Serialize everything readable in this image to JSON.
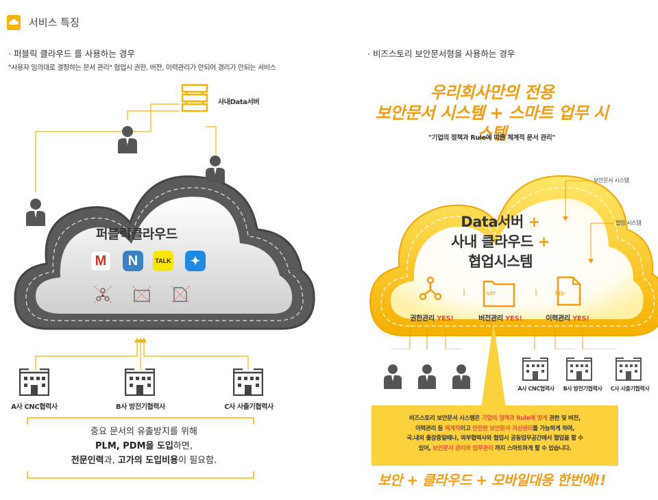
{
  "header": {
    "title": "서비스 특징",
    "icon": "cloud-icon"
  },
  "left": {
    "section_title": "· 퍼블릭 클라우드 를 사용하는 경우",
    "subtitle": "\"사용자 임의대로 결정하는 문서 관리\" 협업시 권한, 버전, 이력관리가 안되어 경리가 안되는 서비스",
    "server_label": "사내Data서버",
    "cloud_title": "퍼블릭클라우드",
    "apps": [
      {
        "name": "gmail",
        "label": "M",
        "color": "#d93025"
      },
      {
        "name": "naver",
        "label": "N",
        "color": "#3b82c4"
      },
      {
        "name": "kakaotalk",
        "label": "TALK",
        "color": "#f7e600"
      },
      {
        "name": "dropbox",
        "label": "✦",
        "color": "#1e88e5"
      }
    ],
    "crossed_icons": [
      "share-icon",
      "version-icon",
      "history-icon"
    ],
    "partners": [
      "A사 CNC협력사",
      "B사 방전기협력사",
      "C사 사출기협력사"
    ],
    "note": {
      "line1": "중요 문서의 유출방지를 위해",
      "line2_bold": "PLM, PDM을 도입",
      "line2_rest": "하면,",
      "line3_bold1": "전문인력",
      "line3_mid": "과, ",
      "line3_bold2": "고가의 도입비용",
      "line3_rest": "이 필요함."
    }
  },
  "right": {
    "section_title": "· 비즈스토리 보안문서형을 사용하는 경우",
    "headline1": "우리회사만의 전용",
    "headline2": "보안문서 시스템 + 스마트 업무 시스템",
    "quote": "\"기업의 정책과 Rule에 따른 체계적 문서 관리\"",
    "side_label_1": "보안문서 시스템",
    "side_label_2": "협업 시스템",
    "cloud_line1": "Data서버",
    "cloud_line2": "사내 클라우드",
    "cloud_line3": "협업시스템",
    "plus": "+",
    "features": [
      {
        "label": "권한관리",
        "yes": "YES!",
        "icon": "share-icon"
      },
      {
        "label": "버전관리",
        "yes": "YES!",
        "icon": "folder-icon",
        "tag": "ver"
      },
      {
        "label": "이력관리",
        "yes": "YES!",
        "icon": "document-icon",
        "tag": "his-"
      }
    ],
    "partners": [
      "A사 CNC협력사",
      "B사 방전기협력사",
      "C사 사출기협력사"
    ],
    "callout": {
      "p1": "비즈스토리 보안문서 시스템은 ",
      "p2": "기업의 정책과 Rule에 맞게",
      "p3": " 권한 및 버전,",
      "p4": "이력관리 등 ",
      "p5": "체계적",
      "p6": "이고 ",
      "p7": "안전한 보안문서 자산관리",
      "p8": "를 가능하게 하며,",
      "p9": "국.내외 출장중일때나, 외부협력사와 협업시 공동업무공간에서 협업을 할 수",
      "p10": "있어, ",
      "p11": "보안문서 관리와 업무관리",
      "p12": " 까지 스마트하게 할 수 있습니다."
    },
    "final": "보안 + 클라우드 + 모바일대응 한번에!!"
  },
  "colors": {
    "accent": "#f39c12",
    "yes": "#e74c3c",
    "cloud_dark": "#555555",
    "cloud_yellow": "#f7c200"
  }
}
